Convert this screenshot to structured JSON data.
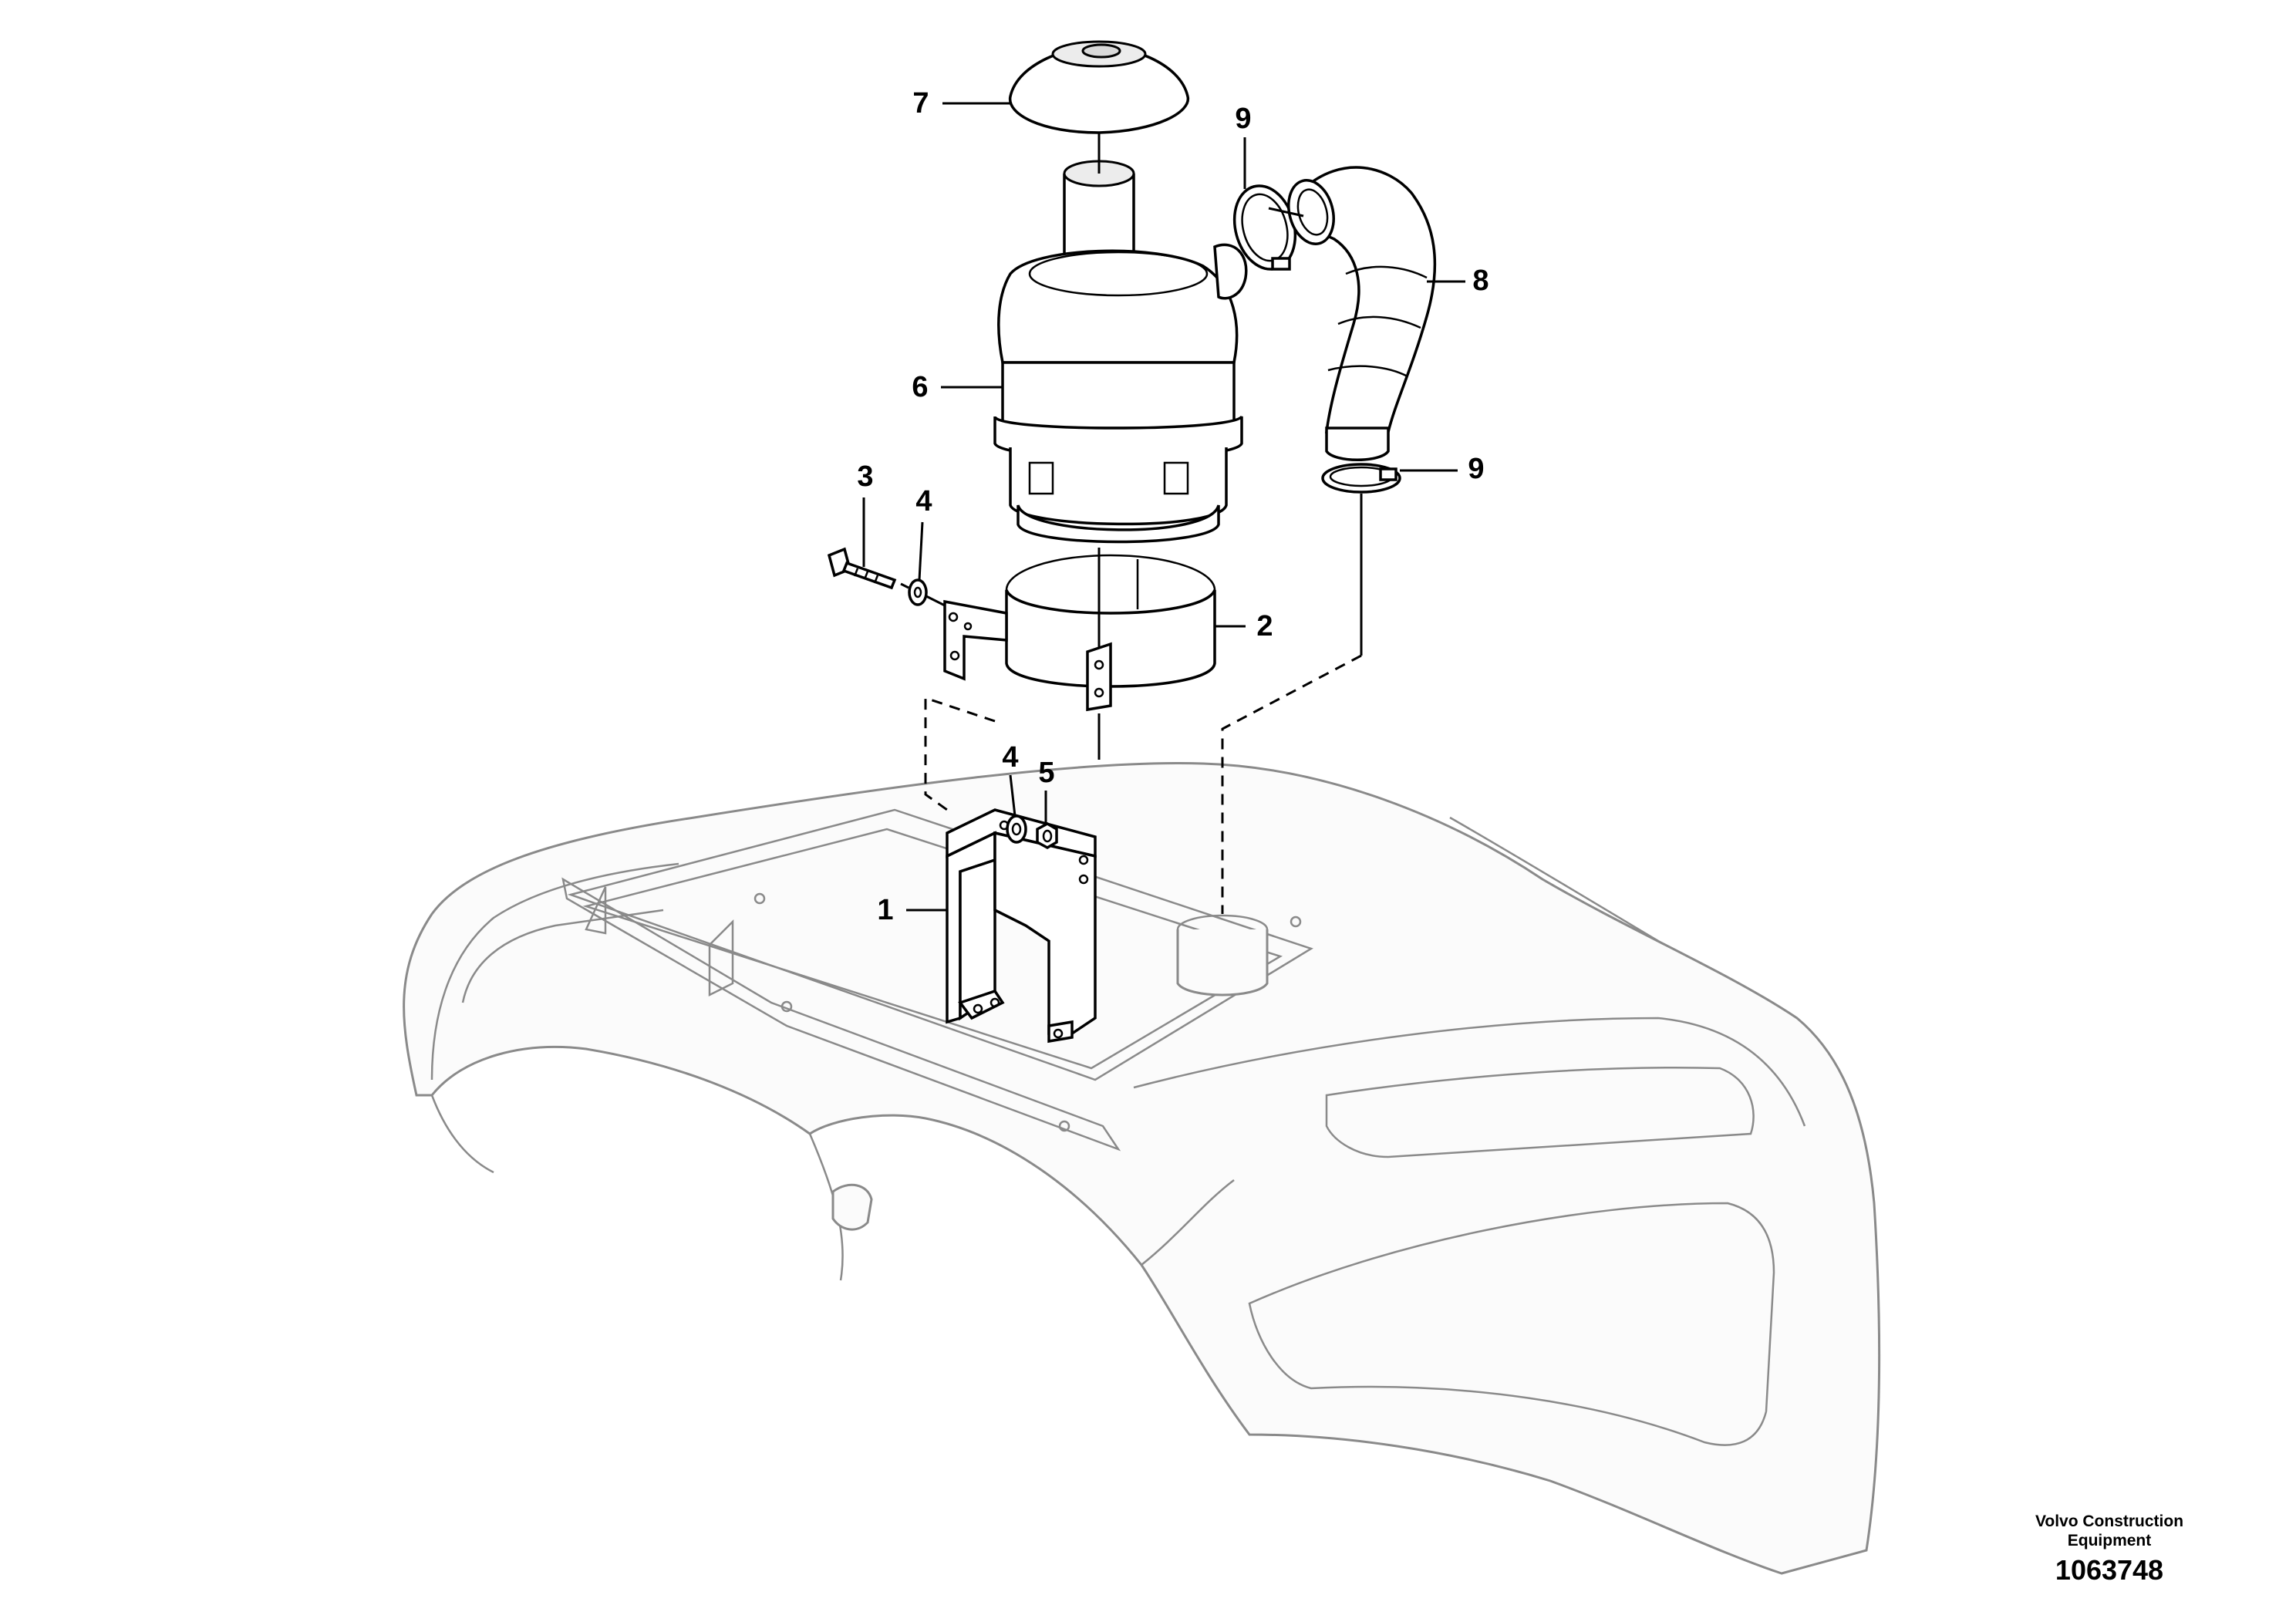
{
  "diagram": {
    "callouts": [
      "1",
      "2",
      "3",
      "4",
      "4",
      "5",
      "6",
      "7",
      "8",
      "9",
      "9"
    ],
    "vendor_line1": "Volvo Construction",
    "vendor_line2": "Equipment",
    "figure_number": "1063748"
  }
}
